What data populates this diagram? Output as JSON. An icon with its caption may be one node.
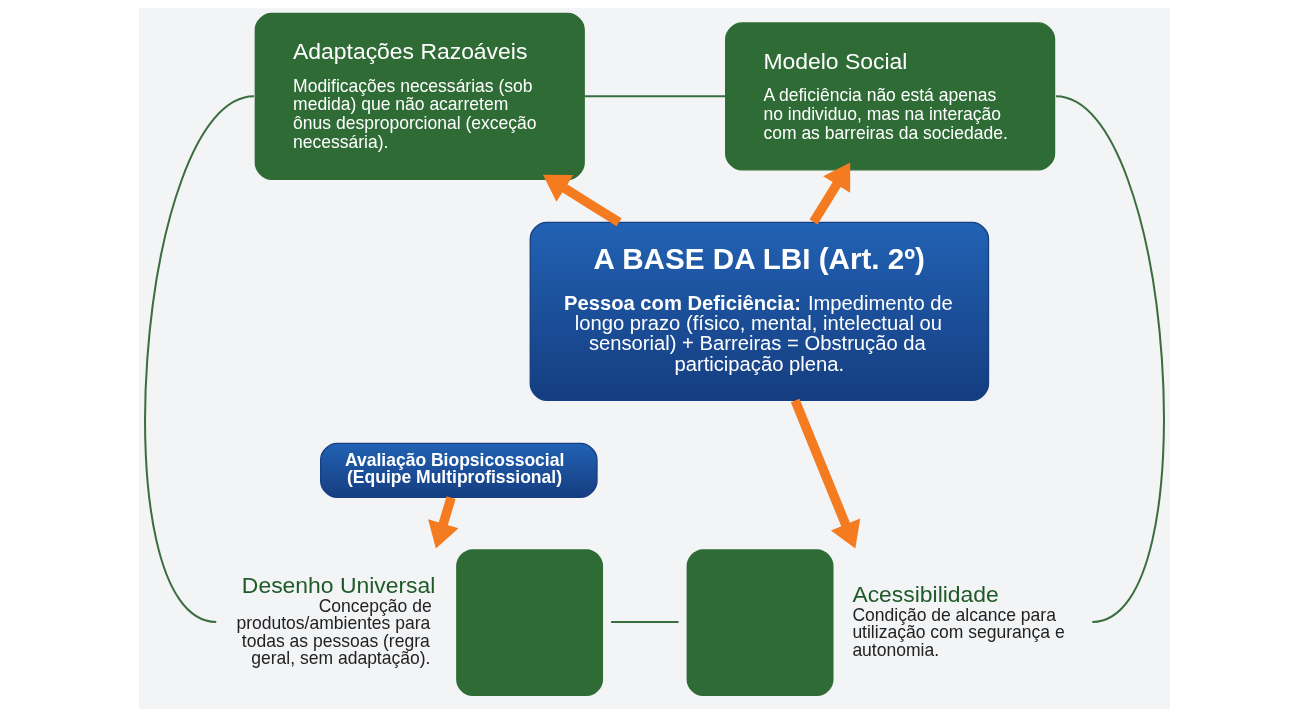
{
  "diagram": {
    "nodes": [
      {
        "text": [
          "A BASE DA LBI (Art. 2º)",
          "**Pessoa com Deficiência:** Impedimento de longo prazo (físico, mental, intelectual ou sensorial) + Barreiras = Obstrução da participação plena."
        ]
      },
      {
        "text": [
          "Avaliação Biopsicossocial (Equipe Multiprofissional)"
        ]
      },
      {
        "text": [
          "Adaptações Razoáveis",
          "Modificações necessárias (sob medida) que não acarretem ônus desproporcional (exceção necessária)."
        ]
      },
      {
        "text": [
          "Modelo Social",
          "A deficiência não está apenas no individuo, mas na interação com as barreiras da sociedade."
        ]
      },
      {
        "text": [
          "Desenho Universal",
          "Concepção de produtos/ambientes para todas as pessoas (regra geral, sem adaptação)."
        ]
      },
      {
        "text": [
          "Acessibilidade",
          "Condição de alcance para utilização com segurança e autonomia."
        ]
      }
    ],
    "edges": [
      {
        "from": 0,
        "to": 2,
        "arrow": "to",
        "style": "thick",
        "color": "#f47b20"
      },
      {
        "from": 0,
        "to": 3,
        "arrow": "to",
        "style": "thick",
        "color": "#f47b20"
      },
      {
        "from": 0,
        "to": 5,
        "arrow": "to",
        "style": "thick",
        "color": "#f47b20"
      },
      {
        "from": 1,
        "to": 4,
        "arrow": "to",
        "style": "thick",
        "color": "#f47b20"
      },
      {
        "from": 2,
        "to": 3,
        "arrow": "none",
        "color": "#3b6e3f"
      },
      {
        "from": 3,
        "to": 5,
        "arrow": "none",
        "color": "#3b6e3f"
      },
      {
        "from": 4,
        "to": 5,
        "arrow": "none",
        "color": "#3b6e3f"
      },
      {
        "from": 2,
        "to": 4,
        "arrow": "none",
        "color": "#3b6e3f"
      }
    ]
  }
}
